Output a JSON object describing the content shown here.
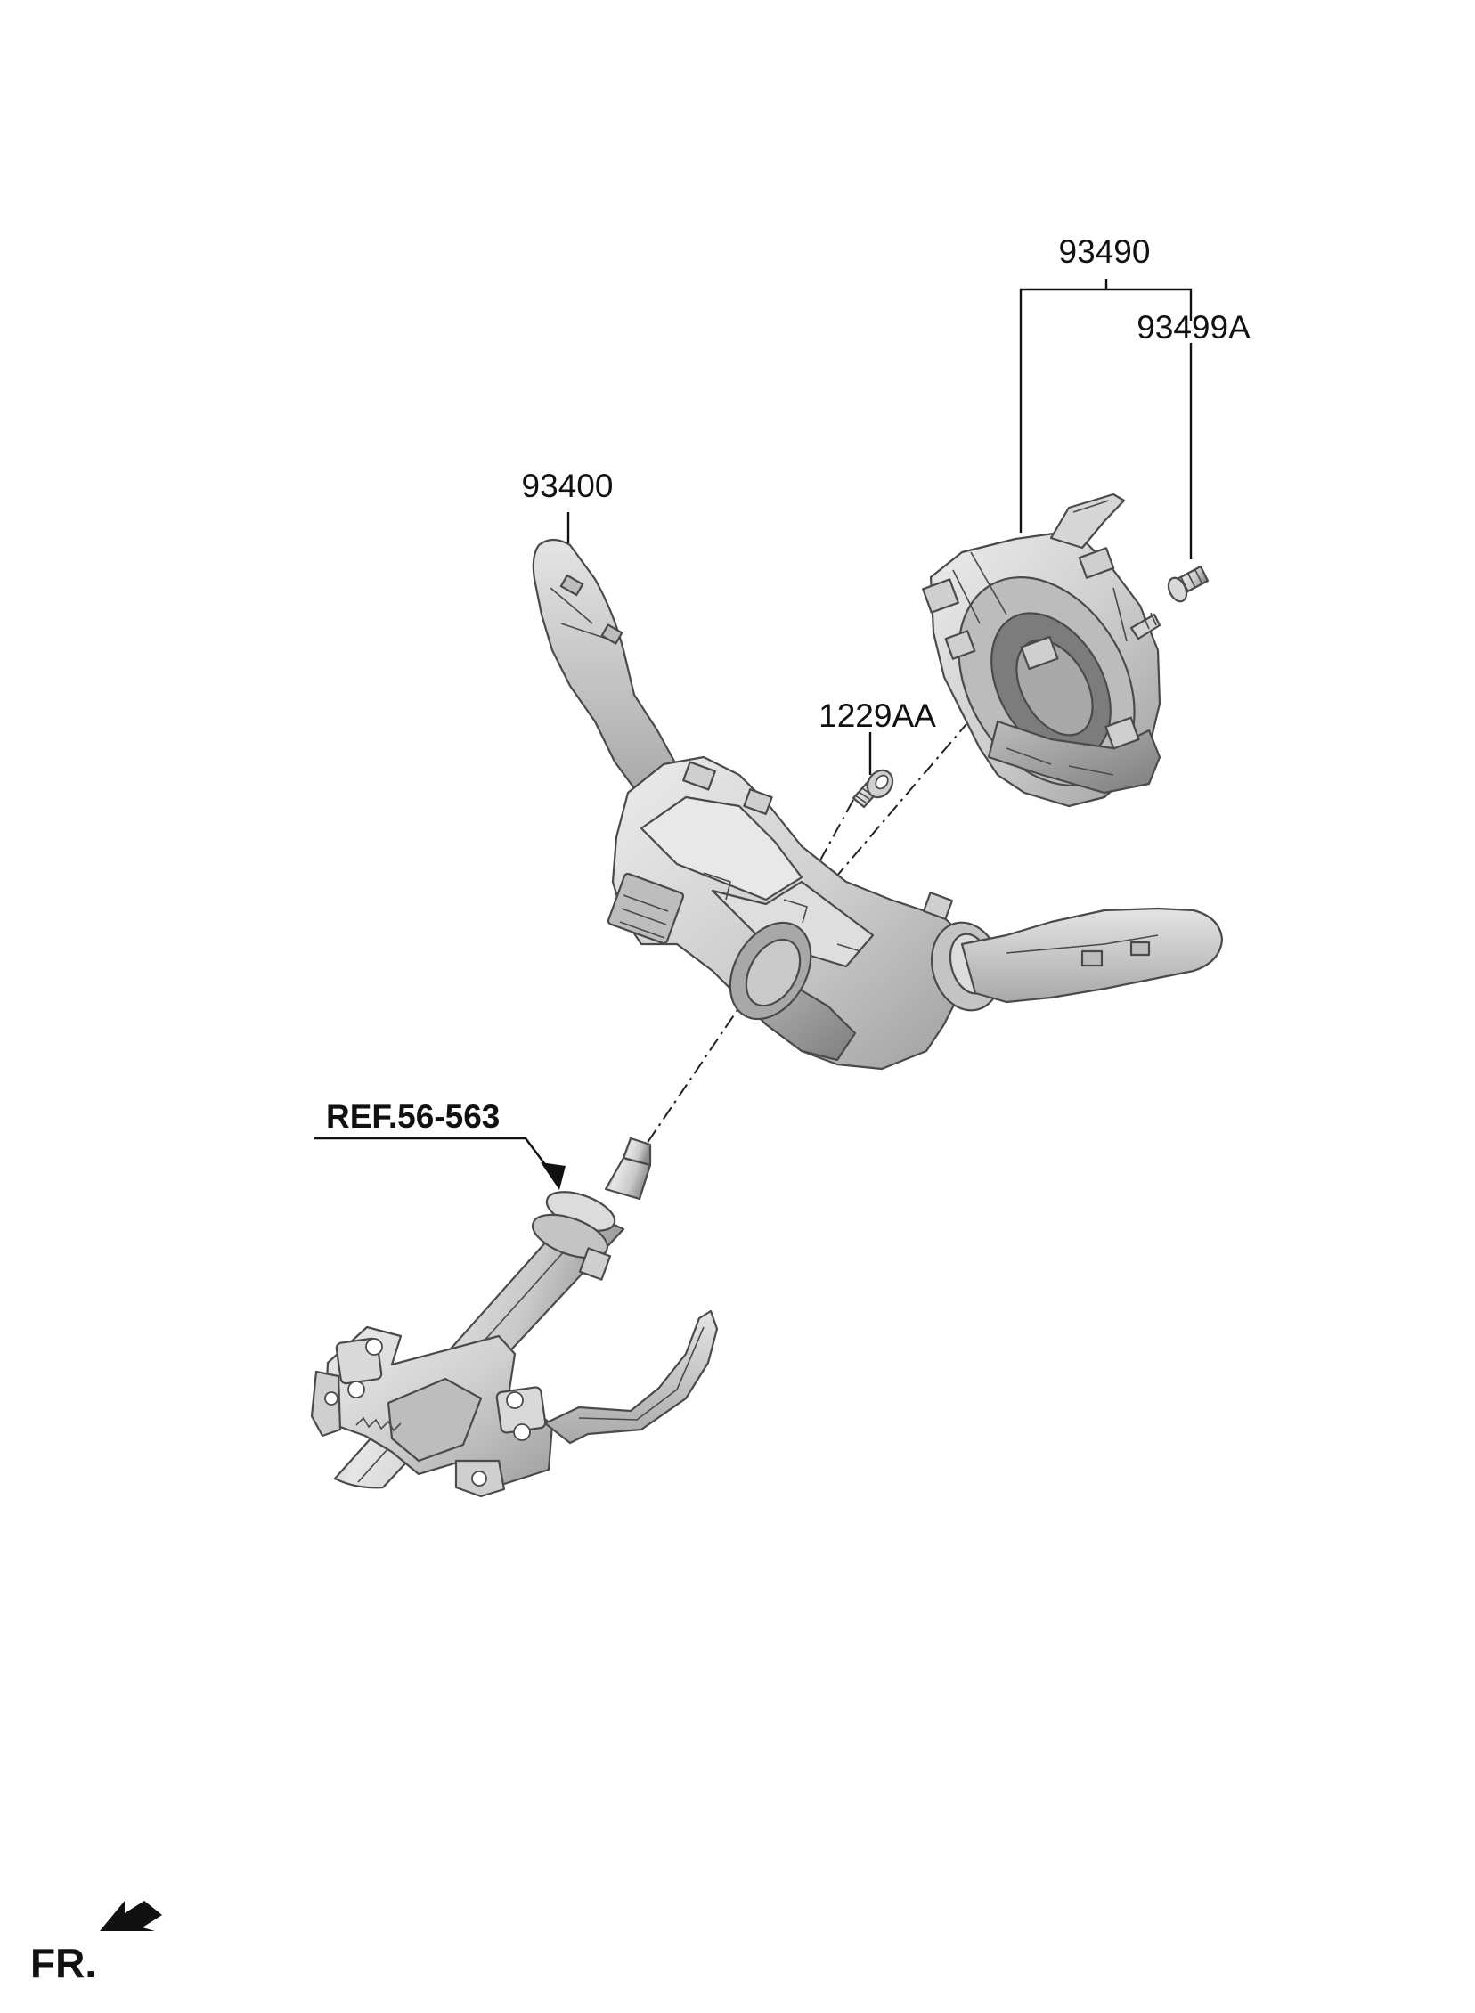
{
  "labels": {
    "clock_spring": "93490",
    "screw_kit": "93499A",
    "multifunction_switch": "93400",
    "screw": "1229AA",
    "reference": "REF.56-563",
    "front": "FR."
  },
  "colors": {
    "part_fill": "#d9d9d9",
    "part_light": "#eeeeee",
    "part_dark": "#9e9e9e",
    "outline": "#4a4a4a",
    "text": "#111111",
    "background": "#ffffff"
  },
  "icons": {
    "front_arrow": "front-arrow-icon"
  }
}
